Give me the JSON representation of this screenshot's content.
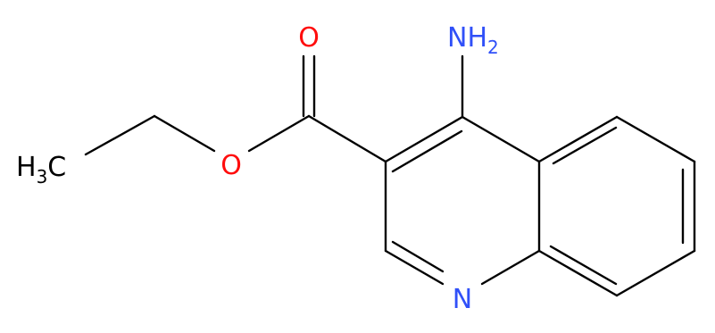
{
  "molecule": {
    "atoms": {
      "oxygen_carbonyl": {
        "text": "O",
        "color": "#ff0d0d"
      },
      "oxygen_ester": {
        "text": "O",
        "color": "#ff0d0d"
      },
      "amino": {
        "text": "NH",
        "subscript": "2",
        "color": "#3050f8"
      },
      "methyl": {
        "text": "H",
        "subscript": "3",
        "suffix": "C",
        "color": "#000000"
      },
      "ring_nitrogen": {
        "text": "N",
        "color": "#3050f8"
      }
    },
    "bond_color": "#000000"
  }
}
